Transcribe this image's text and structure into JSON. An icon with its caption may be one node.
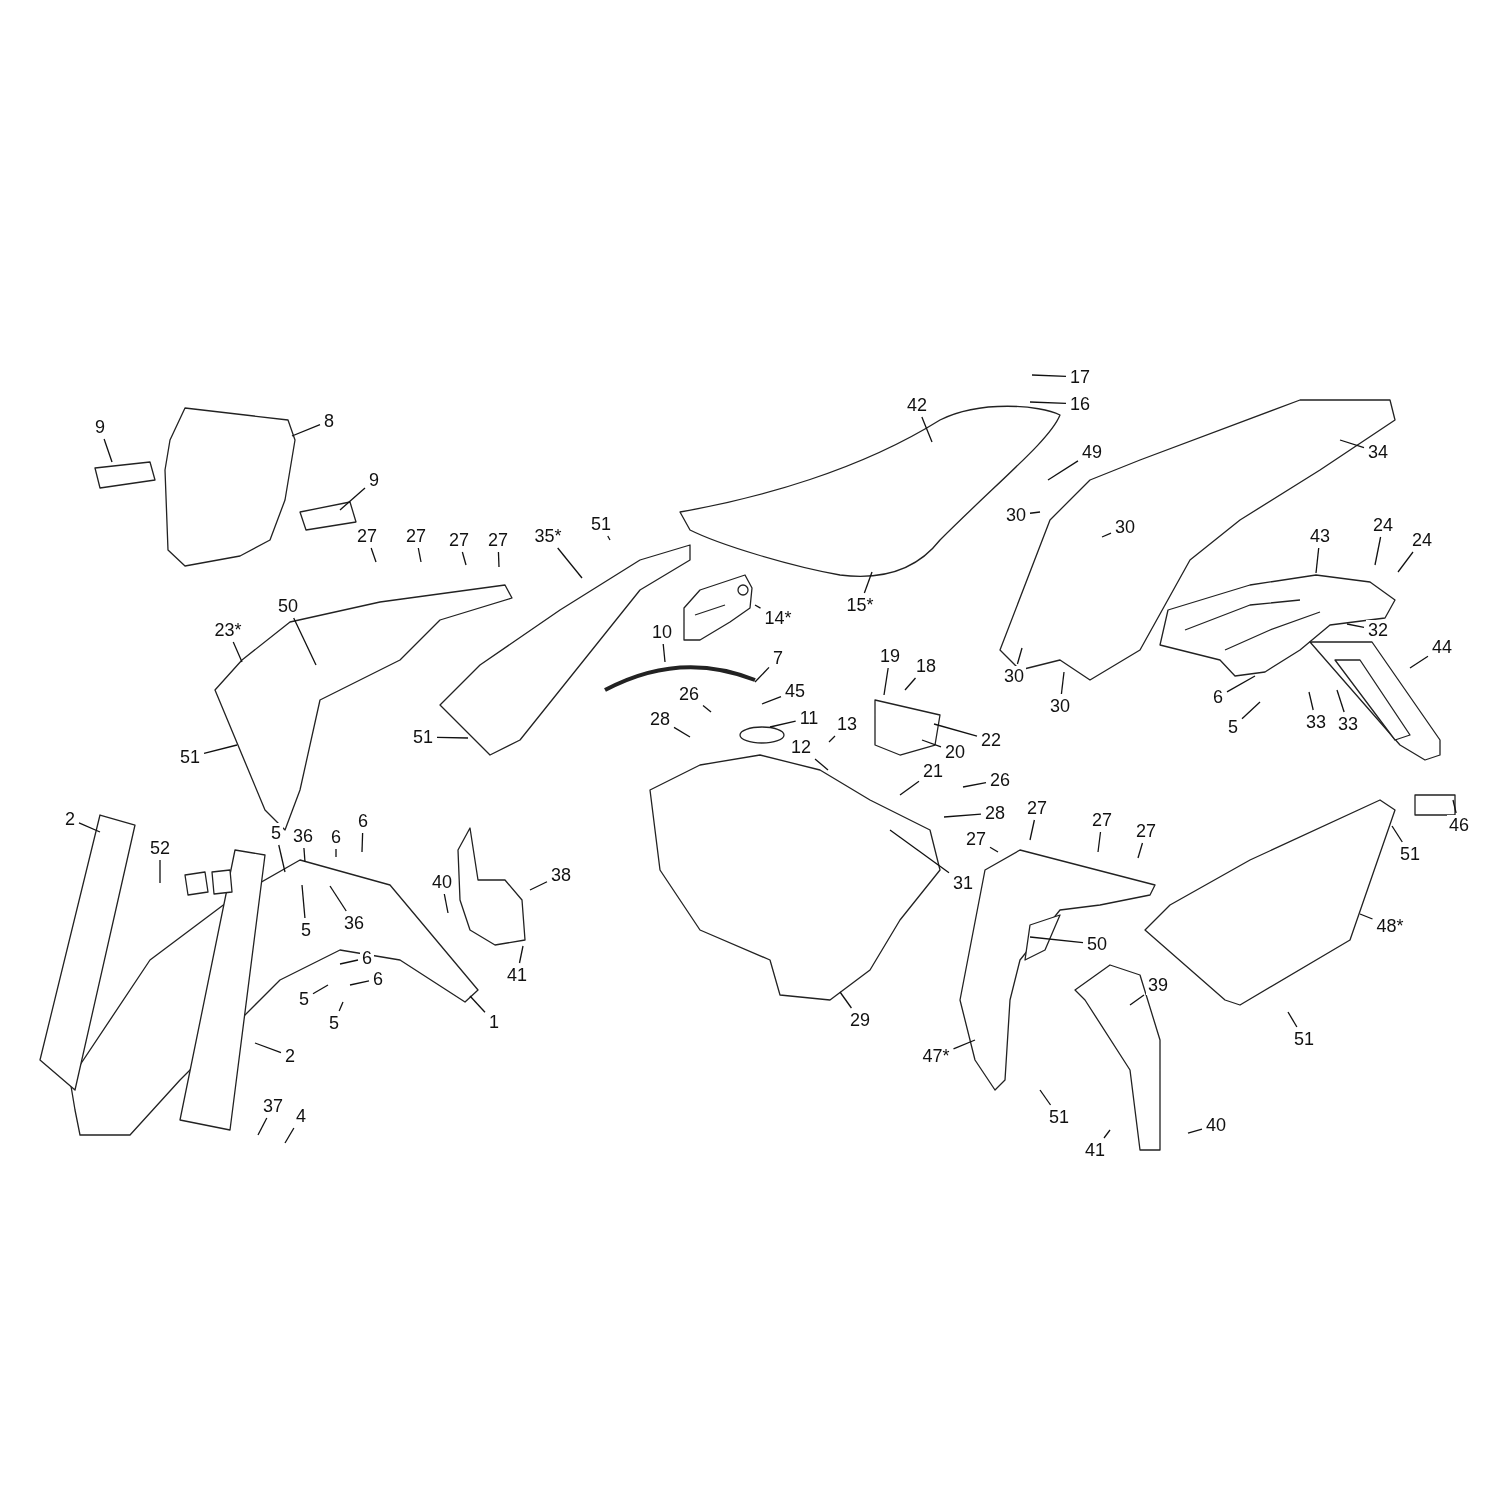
{
  "diagram": {
    "nodes": [
      {
        "text": [
          "9"
        ]
      },
      {
        "text": [
          "8"
        ]
      },
      {
        "text": [
          "9"
        ]
      },
      {
        "text": [
          "27"
        ]
      },
      {
        "text": [
          "27"
        ]
      },
      {
        "text": [
          "27"
        ]
      },
      {
        "text": [
          "27"
        ]
      },
      {
        "text": [
          "35*"
        ]
      },
      {
        "text": [
          "51"
        ]
      },
      {
        "text": [
          "42"
        ]
      },
      {
        "text": [
          "17"
        ]
      },
      {
        "text": [
          "16"
        ]
      },
      {
        "text": [
          "34"
        ]
      },
      {
        "text": [
          "49"
        ]
      },
      {
        "text": [
          "30"
        ]
      },
      {
        "text": [
          "30"
        ]
      },
      {
        "text": [
          "43"
        ]
      },
      {
        "text": [
          "24"
        ]
      },
      {
        "text": [
          "24"
        ]
      },
      {
        "text": [
          "14*"
        ]
      },
      {
        "text": [
          "15*"
        ]
      },
      {
        "text": [
          "23*"
        ]
      },
      {
        "text": [
          "50"
        ]
      },
      {
        "text": [
          "10"
        ]
      },
      {
        "text": [
          "51"
        ]
      },
      {
        "text": [
          "51"
        ]
      },
      {
        "text": [
          "30"
        ]
      },
      {
        "text": [
          "30"
        ]
      },
      {
        "text": [
          "32"
        ]
      },
      {
        "text": [
          "44"
        ]
      },
      {
        "text": [
          "6"
        ]
      },
      {
        "text": [
          "5"
        ]
      },
      {
        "text": [
          "33"
        ]
      },
      {
        "text": [
          "33"
        ]
      },
      {
        "text": [
          "7"
        ]
      },
      {
        "text": [
          "45"
        ]
      },
      {
        "text": [
          "26"
        ]
      },
      {
        "text": [
          "28"
        ]
      },
      {
        "text": [
          "11"
        ]
      },
      {
        "text": [
          "19"
        ]
      },
      {
        "text": [
          "18"
        ]
      },
      {
        "text": [
          "22"
        ]
      },
      {
        "text": [
          "13"
        ]
      },
      {
        "text": [
          "12"
        ]
      },
      {
        "text": [
          "20"
        ]
      },
      {
        "text": [
          "21"
        ]
      },
      {
        "text": [
          "26"
        ]
      },
      {
        "text": [
          "28"
        ]
      },
      {
        "text": [
          "31"
        ]
      },
      {
        "text": [
          "46"
        ]
      },
      {
        "text": [
          "2"
        ]
      },
      {
        "text": [
          "52"
        ]
      },
      {
        "text": [
          "36"
        ]
      },
      {
        "text": [
          "6"
        ]
      },
      {
        "text": [
          "6"
        ]
      },
      {
        "text": [
          "5"
        ]
      },
      {
        "text": [
          "5"
        ]
      },
      {
        "text": [
          "36"
        ]
      },
      {
        "text": [
          "40"
        ]
      },
      {
        "text": [
          "38"
        ]
      },
      {
        "text": [
          "41"
        ]
      },
      {
        "text": [
          "6"
        ]
      },
      {
        "text": [
          "6"
        ]
      },
      {
        "text": [
          "5"
        ]
      },
      {
        "text": [
          "5"
        ]
      },
      {
        "text": [
          "1"
        ]
      },
      {
        "text": [
          "29"
        ]
      },
      {
        "text": [
          "27"
        ]
      },
      {
        "text": [
          "27"
        ]
      },
      {
        "text": [
          "27"
        ]
      },
      {
        "text": [
          "27"
        ]
      },
      {
        "text": [
          "51"
        ]
      },
      {
        "text": [
          "50"
        ]
      },
      {
        "text": [
          "48*"
        ]
      },
      {
        "text": [
          "39"
        ]
      },
      {
        "text": [
          "47*"
        ]
      },
      {
        "text": [
          "51"
        ]
      },
      {
        "text": [
          "51"
        ]
      },
      {
        "text": [
          "2"
        ]
      },
      {
        "text": [
          "37"
        ]
      },
      {
        "text": [
          "4"
        ]
      },
      {
        "text": [
          "41"
        ]
      },
      {
        "text": [
          "40"
        ]
      }
    ],
    "edges": [
      {
        "from": 0,
        "to": null,
        "arrow": "none"
      },
      {
        "from": 1,
        "to": null,
        "arrow": "none"
      },
      {
        "from": 2,
        "to": null,
        "arrow": "none"
      },
      {
        "from": 3,
        "to": null,
        "arrow": "none"
      },
      {
        "from": 4,
        "to": null,
        "arrow": "none"
      },
      {
        "from": 5,
        "to": null,
        "arrow": "none"
      },
      {
        "from": 6,
        "to": null,
        "arrow": "none"
      },
      {
        "from": 7,
        "to": null,
        "arrow": "none"
      },
      {
        "from": 8,
        "to": null,
        "arrow": "none"
      },
      {
        "from": 9,
        "to": null,
        "arrow": "none"
      },
      {
        "from": 10,
        "to": null,
        "arrow": "none"
      },
      {
        "from": 11,
        "to": null,
        "arrow": "none"
      },
      {
        "from": 12,
        "to": null,
        "arrow": "none"
      },
      {
        "from": 13,
        "to": null,
        "arrow": "none"
      },
      {
        "from": 14,
        "to": null,
        "arrow": "none"
      },
      {
        "from": 15,
        "to": null,
        "arrow": "none"
      },
      {
        "from": 16,
        "to": null,
        "arrow": "none"
      },
      {
        "from": 17,
        "to": null,
        "arrow": "none"
      },
      {
        "from": 18,
        "to": null,
        "arrow": "none"
      },
      {
        "from": 19,
        "to": null,
        "arrow": "none"
      },
      {
        "from": 20,
        "to": null,
        "arrow": "none"
      },
      {
        "from": 21,
        "to": null,
        "arrow": "none"
      },
      {
        "from": 22,
        "to": null,
        "arrow": "none"
      },
      {
        "from": 23,
        "to": null,
        "arrow": "none"
      },
      {
        "from": 24,
        "to": null,
        "arrow": "none"
      },
      {
        "from": 25,
        "to": null,
        "arrow": "none"
      },
      {
        "from": 26,
        "to": null,
        "arrow": "none"
      },
      {
        "from": 27,
        "to": null,
        "arrow": "none"
      },
      {
        "from": 28,
        "to": null,
        "arrow": "none"
      },
      {
        "from": 29,
        "to": null,
        "arrow": "none"
      },
      {
        "from": 30,
        "to": null,
        "arrow": "none"
      },
      {
        "from": 31,
        "to": null,
        "arrow": "none"
      },
      {
        "from": 32,
        "to": null,
        "arrow": "none"
      },
      {
        "from": 33,
        "to": null,
        "arrow": "none"
      },
      {
        "from": 34,
        "to": null,
        "arrow": "none"
      },
      {
        "from": 35,
        "to": null,
        "arrow": "none"
      },
      {
        "from": 36,
        "to": null,
        "arrow": "none"
      },
      {
        "from": 37,
        "to": null,
        "arrow": "none"
      },
      {
        "from": 38,
        "to": null,
        "arrow": "none"
      },
      {
        "from": 39,
        "to": null,
        "arrow": "none"
      },
      {
        "from": 40,
        "to": null,
        "arrow": "none"
      },
      {
        "from": 41,
        "to": null,
        "arrow": "none"
      },
      {
        "from": 42,
        "to": null,
        "arrow": "none"
      },
      {
        "from": 43,
        "to": null,
        "arrow": "none"
      },
      {
        "from": 44,
        "to": null,
        "arrow": "none"
      },
      {
        "from": 45,
        "to": null,
        "arrow": "none"
      },
      {
        "from": 46,
        "to": null,
        "arrow": "none"
      },
      {
        "from": 47,
        "to": null,
        "arrow": "none"
      },
      {
        "from": 48,
        "to": null,
        "arrow": "none"
      },
      {
        "from": 49,
        "to": null,
        "arrow": "none"
      },
      {
        "from": 50,
        "to": null,
        "arrow": "none"
      },
      {
        "from": 51,
        "to": null,
        "arrow": "none"
      },
      {
        "from": 52,
        "to": null,
        "arrow": "none"
      },
      {
        "from": 53,
        "to": null,
        "arrow": "none"
      },
      {
        "from": 54,
        "to": null,
        "arrow": "none"
      },
      {
        "from": 55,
        "to": null,
        "arrow": "none"
      },
      {
        "from": 56,
        "to": null,
        "arrow": "none"
      },
      {
        "from": 57,
        "to": null,
        "arrow": "none"
      },
      {
        "from": 58,
        "to": null,
        "arrow": "none"
      },
      {
        "from": 59,
        "to": null,
        "arrow": "none"
      },
      {
        "from": 60,
        "to": null,
        "arrow": "none"
      },
      {
        "from": 61,
        "to": null,
        "arrow": "none"
      },
      {
        "from": 62,
        "to": null,
        "arrow": "none"
      },
      {
        "from": 63,
        "to": null,
        "arrow": "none"
      },
      {
        "from": 64,
        "to": null,
        "arrow": "none"
      },
      {
        "from": 65,
        "to": null,
        "arrow": "none"
      },
      {
        "from": 66,
        "to": null,
        "arrow": "none"
      },
      {
        "from": 67,
        "to": null,
        "arrow": "none"
      },
      {
        "from": 68,
        "to": null,
        "arrow": "none"
      },
      {
        "from": 69,
        "to": null,
        "arrow": "none"
      },
      {
        "from": 70,
        "to": null,
        "arrow": "none"
      },
      {
        "from": 71,
        "to": null,
        "arrow": "none"
      },
      {
        "from": 72,
        "to": null,
        "arrow": "none"
      },
      {
        "from": 73,
        "to": null,
        "arrow": "none"
      },
      {
        "from": 74,
        "to": null,
        "arrow": "none"
      },
      {
        "from": 75,
        "to": null,
        "arrow": "none"
      },
      {
        "from": 76,
        "to": null,
        "arrow": "none"
      },
      {
        "from": 77,
        "to": null,
        "arrow": "none"
      },
      {
        "from": 78,
        "to": null,
        "arrow": "none"
      },
      {
        "from": 79,
        "to": null,
        "arrow": "none"
      },
      {
        "from": 80,
        "to": null,
        "arrow": "none"
      },
      {
        "from": 81,
        "to": null,
        "arrow": "none"
      },
      {
        "from": 82,
        "to": null,
        "arrow": "none"
      }
    ]
  }
}
